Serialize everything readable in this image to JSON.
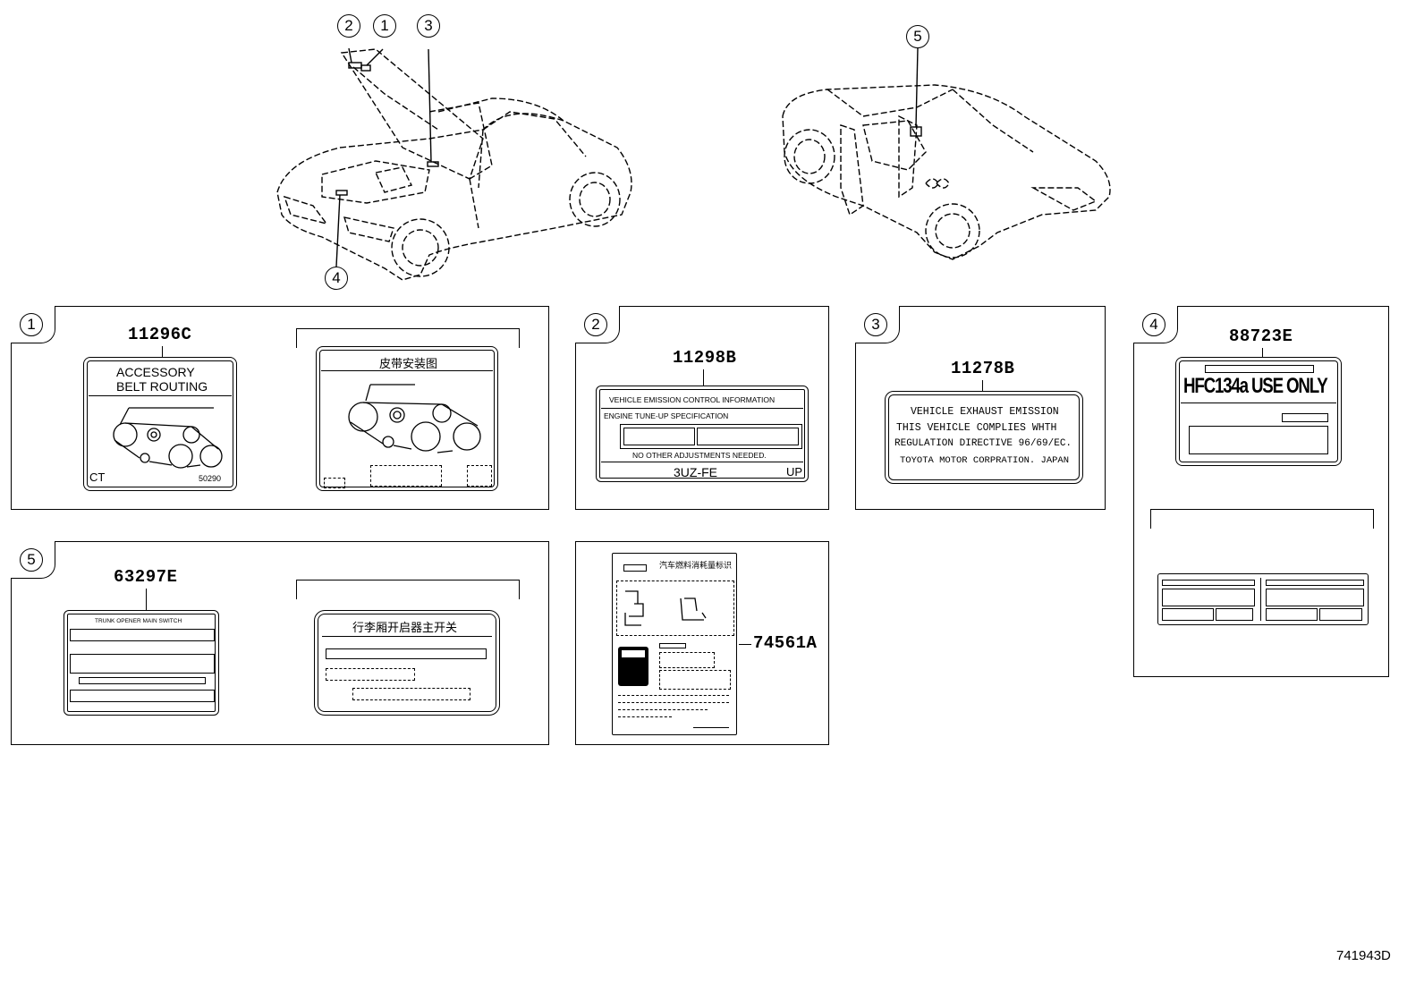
{
  "callouts": {
    "c1": "1",
    "c2": "2",
    "c3": "3",
    "c4": "4",
    "c5": "5"
  },
  "panel1": {
    "badge": "1",
    "part_number": "11296C",
    "title_line1": "ACCESSORY",
    "title_line2": "BELT ROUTING",
    "code_left": "CT",
    "code_right": "50290",
    "alt_title": "皮带安装图"
  },
  "panel2": {
    "badge": "2",
    "part_number": "11298B",
    "header": "VEHICLE  EMISSION  CONTROL  INFORMATION",
    "subheader": "ENGINE  TUNE-UP  SPECIFICATION",
    "note": "NO  OTHER  ADJUSTMENTS  NEEDED.",
    "engine": "3UZ-FE",
    "code": "UP"
  },
  "panel3": {
    "badge": "3",
    "part_number": "11278B",
    "line1": "VEHICLE EXHAUST EMISSION",
    "line2": "THIS VEHICLE COMPLIES WHTH",
    "line3": "REGULATION DIRECTIVE 96/69/EC.",
    "line4": "TOYOTA MOTOR CORPRATION. JAPAN"
  },
  "panel4": {
    "badge": "4",
    "part_number": "88723E",
    "main_text": "HFC134a USE ONLY"
  },
  "panel5": {
    "badge": "5",
    "part_number": "63297E",
    "title": "TRUNK OPENER MAIN SWITCH",
    "alt_title": "行李厢开启器主开关"
  },
  "panel6": {
    "part_number": "74561A",
    "title": "汽车燃料消耗量标识"
  },
  "footer": {
    "drawing_id": "741943D"
  }
}
